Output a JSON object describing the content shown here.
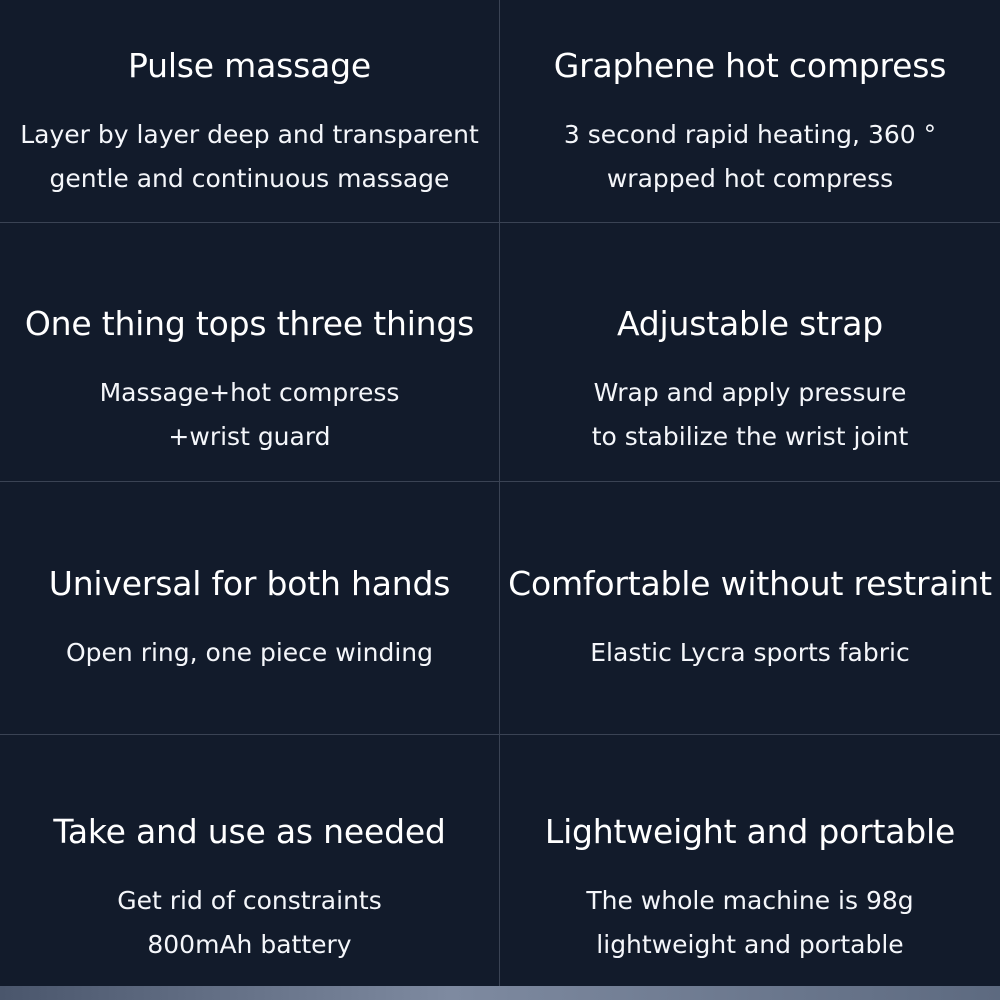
{
  "features": [
    {
      "title": "Pulse massage",
      "lines": [
        "Layer by layer deep and transparent",
        "gentle and continuous massage"
      ]
    },
    {
      "title": "Graphene hot compress",
      "lines": [
        "3 second rapid heating, 360 °",
        "wrapped hot compress"
      ]
    },
    {
      "title": "One thing tops three things",
      "lines": [
        "Massage+hot compress",
        "+wrist guard"
      ]
    },
    {
      "title": "Adjustable strap",
      "lines": [
        "Wrap and apply pressure",
        "to stabilize the wrist joint"
      ]
    },
    {
      "title": "Universal for both hands",
      "lines": [
        "Open ring, one piece winding"
      ]
    },
    {
      "title": "Comfortable without restraint",
      "lines": [
        "Elastic Lycra sports fabric"
      ]
    },
    {
      "title": "Take and use as needed",
      "lines": [
        "Get rid of constraints",
        "800mAh battery"
      ]
    },
    {
      "title": "Lightweight and portable",
      "lines": [
        "The whole machine is 98g",
        "lightweight and portable"
      ]
    }
  ],
  "colors": {
    "background": "#121b2b",
    "divider": "#3a4354",
    "text": "#ffffff"
  }
}
